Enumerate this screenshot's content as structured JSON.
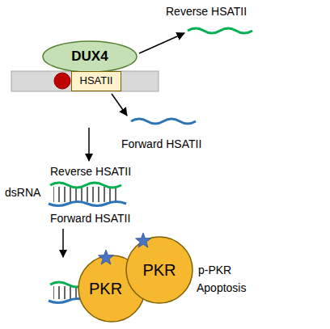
{
  "diagram": {
    "nodes": [
      {
        "text": [
          "DUX4"
        ]
      },
      {
        "text": [
          "HSATII"
        ]
      },
      {
        "text": [
          "PKR"
        ]
      },
      {
        "text": [
          "PKR"
        ]
      }
    ],
    "labels": [
      "Reverse HSATII",
      "Forward HSATII",
      "Reverse HSATII",
      "dsRNA",
      "Forward HSATII",
      "p-PKR",
      "Apoptosis"
    ]
  }
}
